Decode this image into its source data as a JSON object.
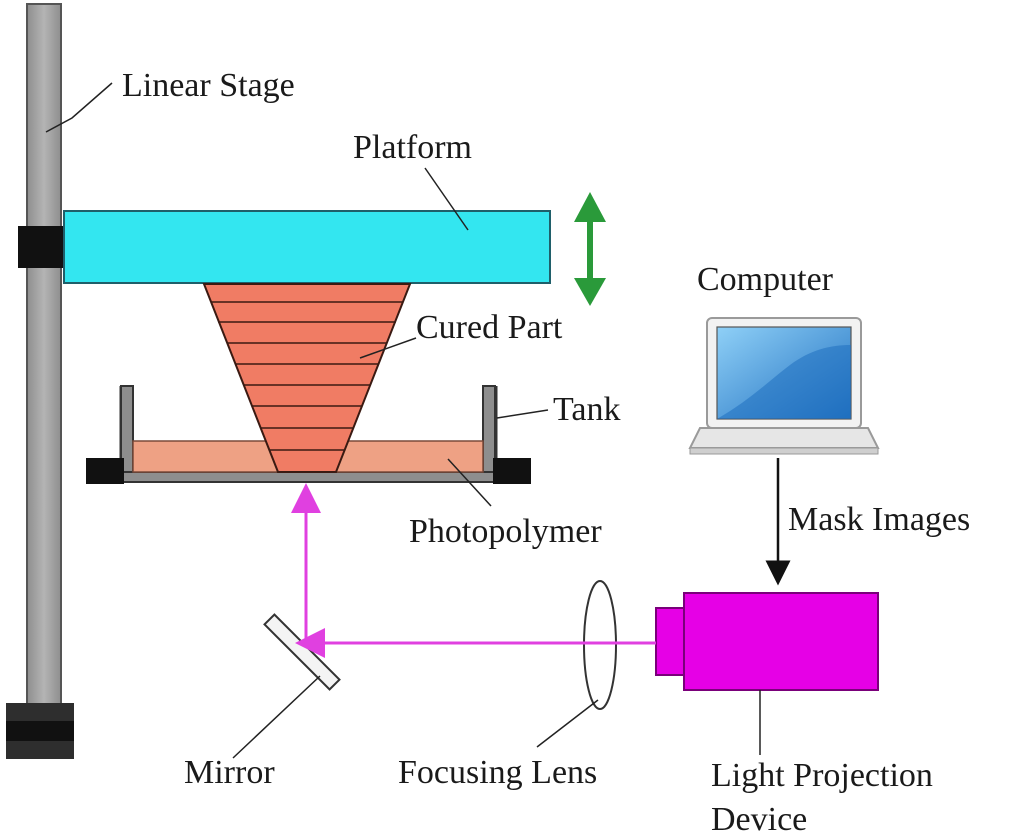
{
  "labels": {
    "linear_stage": "Linear Stage",
    "platform": "Platform",
    "cured_part": "Cured Part",
    "tank": "Tank",
    "photopolymer": "Photopolymer",
    "computer": "Computer",
    "mask_images": "Mask Images",
    "mirror": "Mirror",
    "focusing_lens": "Focusing Lens",
    "light_projection_line1": "Light Projection",
    "light_projection_line2": "Device"
  },
  "colors": {
    "stage_gray": "#a9a9a9",
    "platform_cyan": "#33e6f0",
    "cured_part_salmon": "#f07c64",
    "photopolymer": "#eea184",
    "light_beam": "#e040e0",
    "projector_magenta": "#e600e6",
    "motion_arrow_green": "#2a9a3a",
    "screen_blue": "#3a8fd6"
  },
  "icons": {
    "motion_arrow": "double-arrow-vertical-icon",
    "computer": "laptop-icon"
  }
}
